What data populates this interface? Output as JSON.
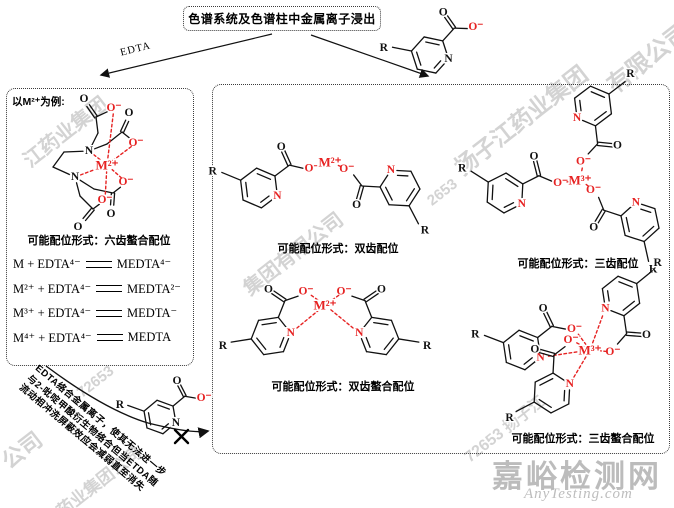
{
  "title": "色谱系统及色谱柱中金属离子浸出",
  "edta_arrow_label": "EDTA",
  "left_panel": {
    "example_label": "以M²⁺为例:",
    "caption": "可能配位形式：六齿螯合配位",
    "equations": [
      {
        "lhs": "M + EDTA⁴⁻",
        "rhs": "MEDTA⁴⁻"
      },
      {
        "lhs": "M²⁺ + EDTA⁴⁻",
        "rhs": "MEDTA²⁻"
      },
      {
        "lhs": "M³⁺ + EDTA⁴⁻",
        "rhs": "MEDTA⁻"
      },
      {
        "lhs": "M⁴⁺ + EDTA⁴⁻",
        "rhs": "MEDTA"
      }
    ]
  },
  "right_panel": {
    "caption_bidentate": "可能配位形式：双齿配位",
    "caption_tridentate": "可能配位形式：三齿配位",
    "caption_bidentate_chelate": "可能配位形式：双齿螯合配位",
    "caption_tridentate_chelate": "可能配位形式：三齿螯合配位"
  },
  "note_lines": [
    "EDTA络合金属离子，使其无法进一步",
    "与2-吡啶甲酸衍生物络合但当ETDA随",
    "流动相冲洗屏蔽效应会减弱直至消失"
  ],
  "labels": {
    "M2": "M²⁺",
    "M3": "M³⁺",
    "N": "N",
    "O": "O",
    "Ominus": "O⁻",
    "R": "R"
  },
  "colors": {
    "accent_red": "#e62222",
    "bond": "#111111"
  },
  "watermarks": {
    "diagonal": [
      {
        "text": "有限公司"
      },
      {
        "text": "扬子江药业集团"
      },
      {
        "text": "江药业集团"
      },
      {
        "text": "集团有限公司"
      },
      {
        "text": "2653"
      },
      {
        "text": "72653 扬子江"
      },
      {
        "text": "72653"
      },
      {
        "text": "公司"
      },
      {
        "text": "药业集团公司"
      }
    ],
    "brand": "嘉峪检测网",
    "brand_sub": "AnyTesting.com"
  }
}
